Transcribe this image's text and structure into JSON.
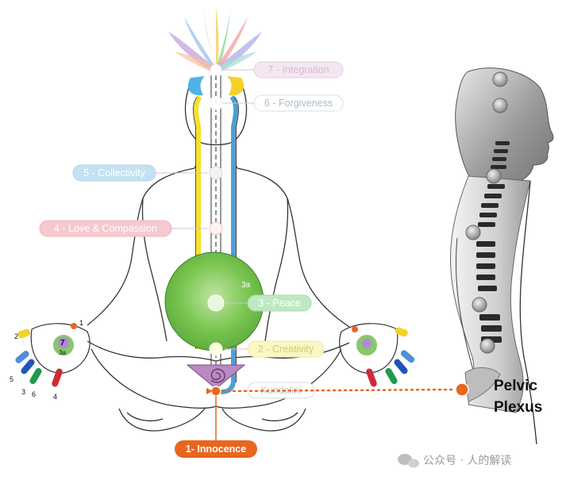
{
  "labels": {
    "integration": "7 - Integration",
    "forgiveness": "6 - Forgiveness",
    "collectivity": "5 - Collectivity",
    "love": "4 - Love & Compassion",
    "peace": "3 - Peace",
    "peace_num": "3a",
    "creativity": "2 - Creativity",
    "kundalini": "Kundalini",
    "innocence": "1- Innocence"
  },
  "hand_numbers": {
    "left": {
      "n1": "1",
      "n2": "2",
      "n3": "3",
      "n4": "4",
      "n5": "5",
      "n6": "6",
      "n7": "7",
      "n3a": "3a"
    }
  },
  "plexus": {
    "line1": "Pelvic",
    "line2": "Plexus"
  },
  "watermark": "公众号 · 人的解读",
  "colors": {
    "yellow_channel": "#f5e12a",
    "blue_channel": "#4f9fd3",
    "green_chakra": "#6fc04a",
    "innocence_orange": "#e8661e",
    "spine_gray": "#8a8a8a"
  }
}
